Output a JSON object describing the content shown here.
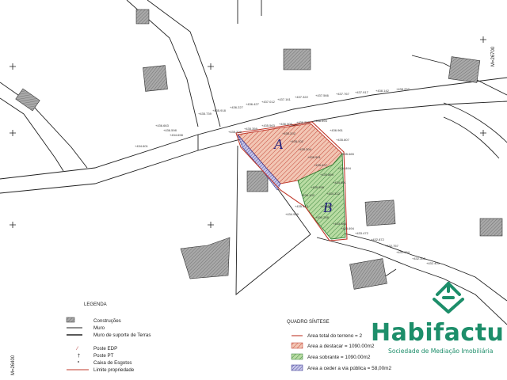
{
  "grid": {
    "top_right_label": "M=26700",
    "bottom_left_label": "M=26400"
  },
  "zones": {
    "a": "A",
    "b": "B"
  },
  "elevations": [
    "435.739",
    "435.918",
    "436.227",
    "436.427",
    "437.012",
    "437.161",
    "437.322",
    "437.566",
    "437.767",
    "437.917",
    "438.142",
    "438.252",
    "436.663",
    "436.598",
    "434.698",
    "434.601",
    "435.209",
    "435.359",
    "435.563",
    "436.005",
    "436.223",
    "436.594",
    "436.961",
    "435.807",
    "435.665",
    "434.894",
    "434.801",
    "434.312",
    "434.557",
    "434.258",
    "433.986",
    "433.694",
    "433.472",
    "432.872",
    "432.757",
    "431.964",
    "432.308",
    "432.405",
    "435.202",
    "435.102",
    "435.304",
    "435.501",
    "435.697",
    "435.869",
    "435.998",
    "436.102",
    "435.443",
    "434.929"
  ],
  "legend": {
    "title": "LEGENDA",
    "items": [
      {
        "label": "Construções"
      },
      {
        "label": "Muro"
      },
      {
        "label": "Muro de suporte de Terras"
      },
      {
        "label": "Poste EDP"
      },
      {
        "label": "Poste PT"
      },
      {
        "label": "Caixa de Esgotos"
      },
      {
        "label": "Limite propriedade"
      }
    ]
  },
  "summary": {
    "title": "QUADRO SÍNTESE",
    "rows": [
      {
        "label": "Area total do terreno = 2"
      },
      {
        "label": "Area a destacar = 1090.00m2"
      },
      {
        "label": "Area sobrante = 1090.00m2"
      },
      {
        "label": "Area a ceder a via pública = 58,00m2"
      }
    ]
  },
  "brand": {
    "name": "Habifactu",
    "tagline": "Sociedade de Mediação Imobiliária"
  },
  "colors": {
    "zone_a_fill": "#f2c6b4",
    "zone_a_hatch": "#c0392b",
    "zone_b_fill": "#b9dca3",
    "zone_b_hatch": "#2e7d32",
    "cede_fill": "#c9c7ea",
    "cede_hatch": "#2b2b8a",
    "boundary": "#c0392b",
    "building": "#a9a9a9",
    "brand": "#1d8e6a"
  }
}
